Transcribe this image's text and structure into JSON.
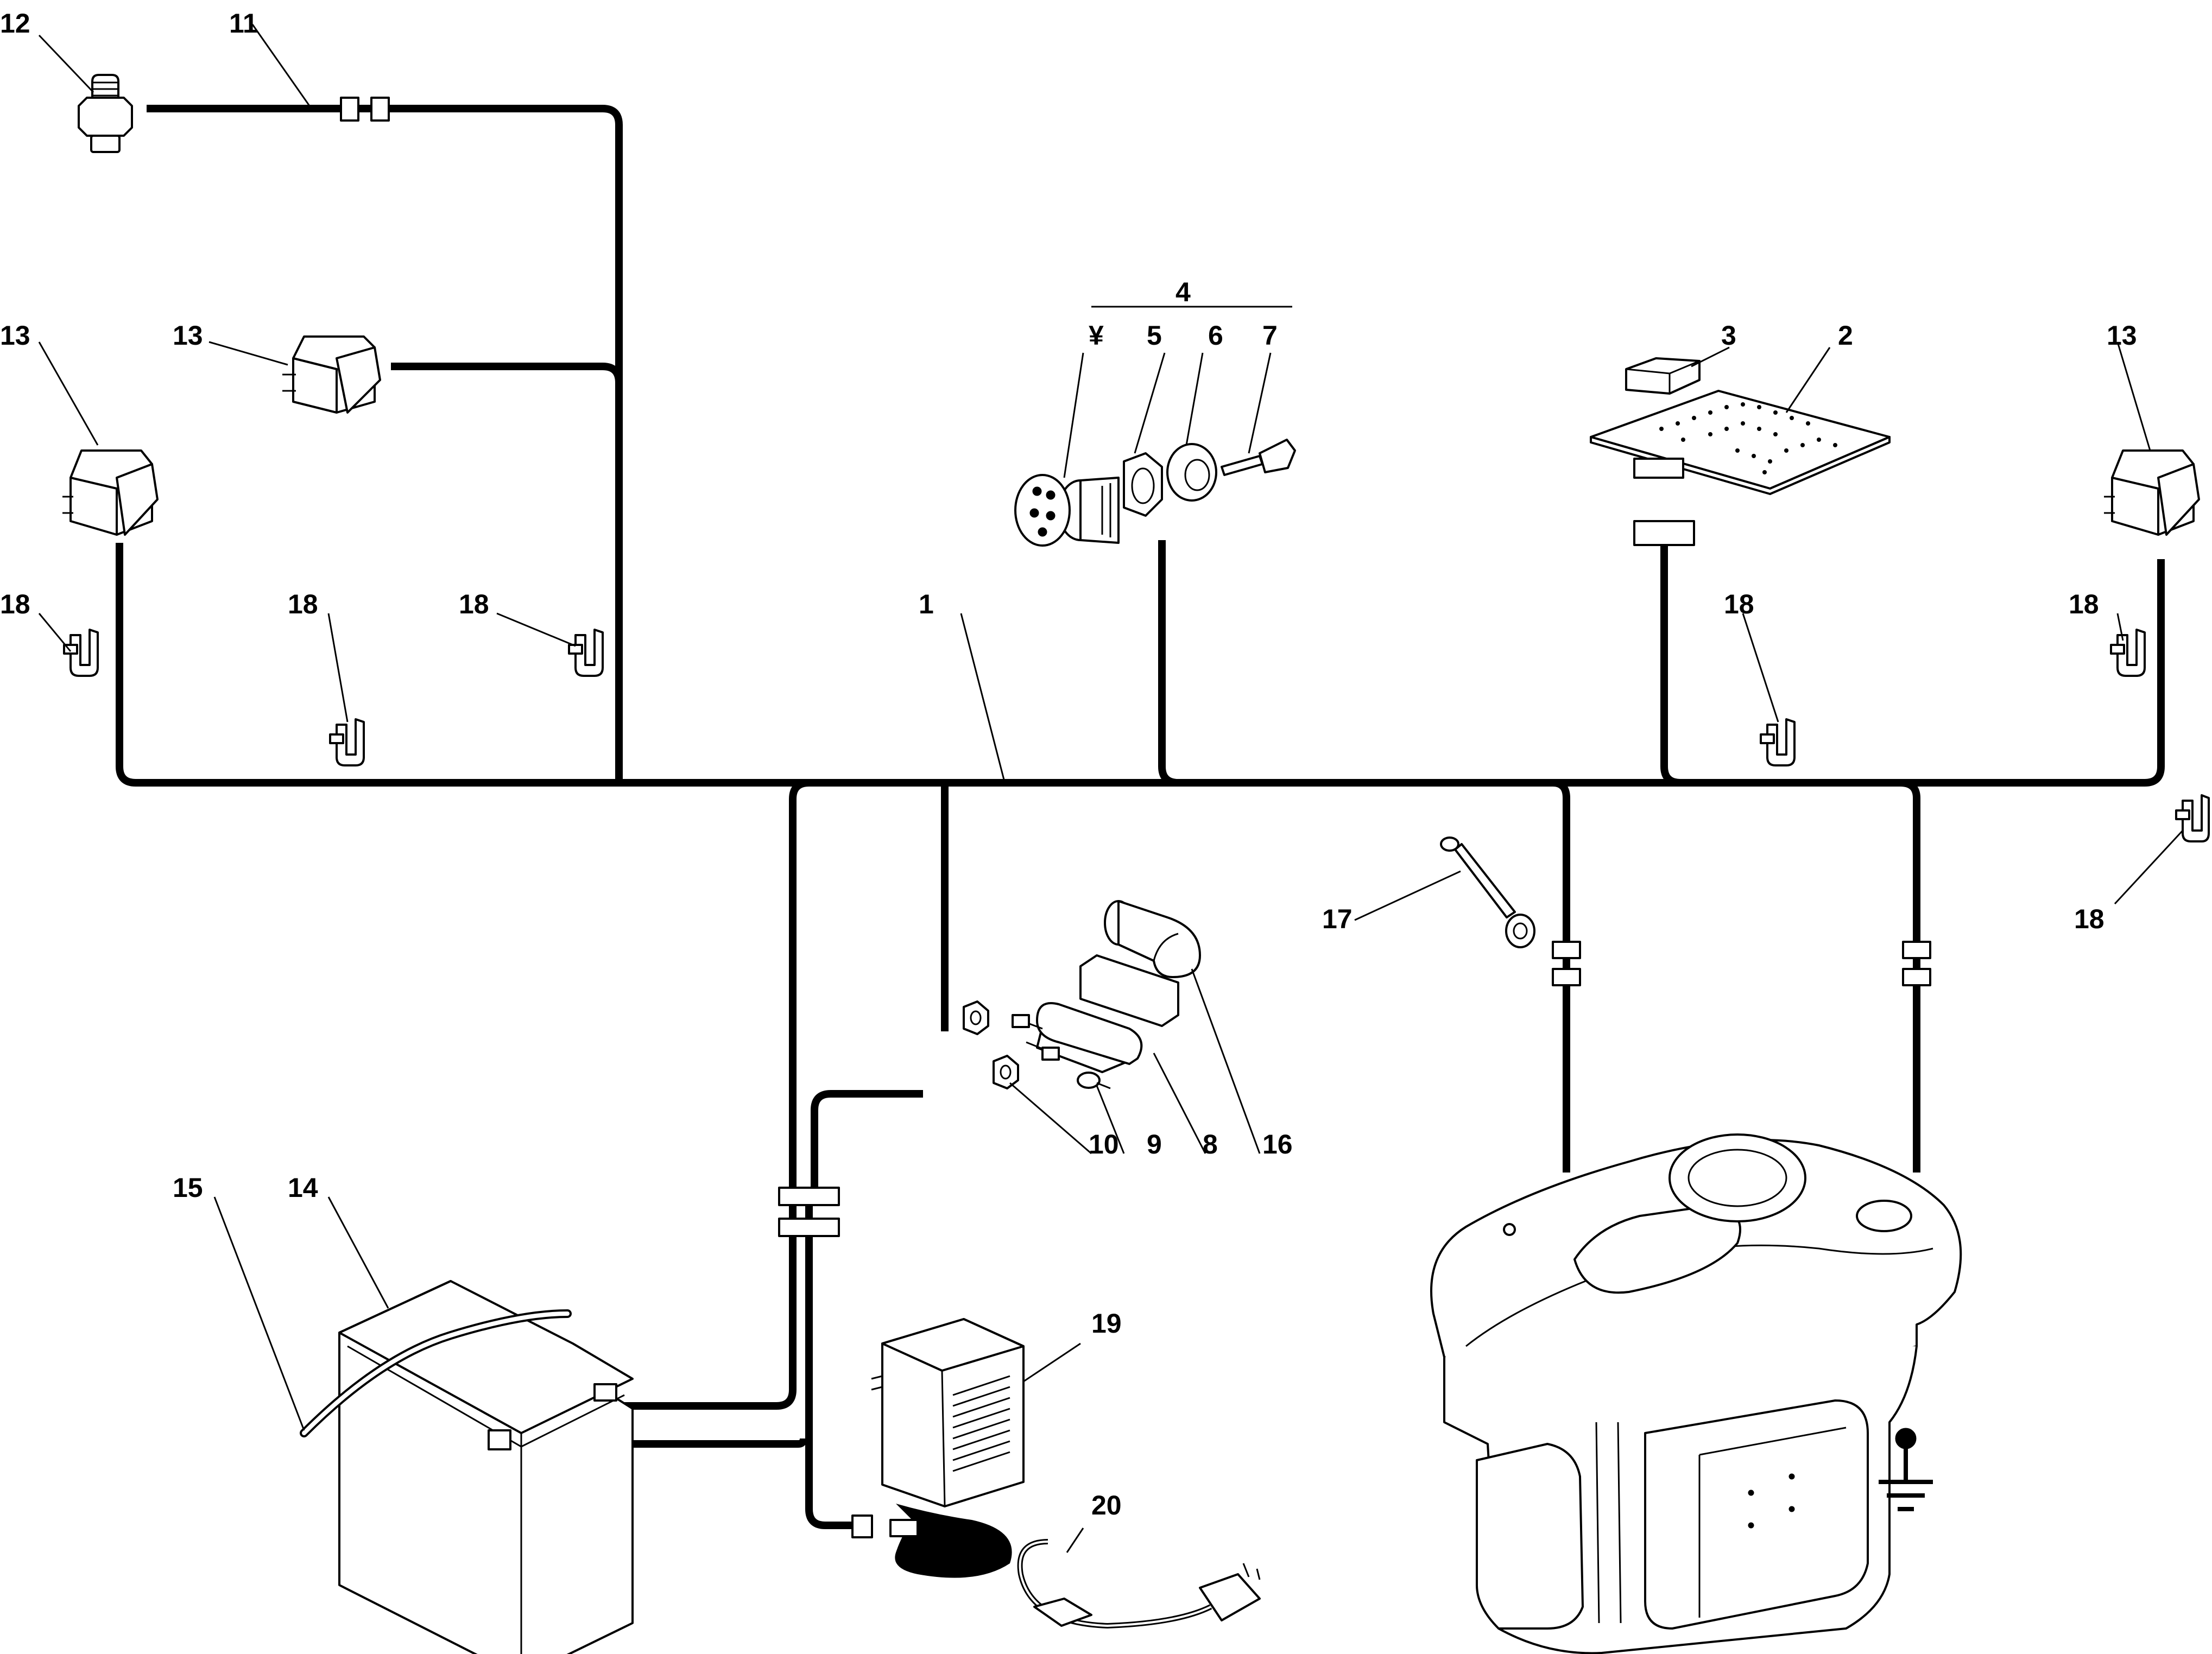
{
  "diagram": {
    "title": "",
    "labels": {
      "l1": "1",
      "l2": "2",
      "l3": "3",
      "l4": "4",
      "l4a": "¥",
      "l5": "5",
      "l6": "6",
      "l7": "7",
      "l8": "8",
      "l9": "9",
      "l10": "10",
      "l11": "11",
      "l12": "12",
      "l13a": "13",
      "l13b": "13",
      "l13c": "13",
      "l14": "14",
      "l15": "15",
      "l16": "16",
      "l17": "17",
      "l18a": "18",
      "l18b": "18",
      "l18c": "18",
      "l18d": "18",
      "l18e": "18",
      "l18f": "18",
      "l19": "19",
      "l20": "20"
    },
    "parts": {
      "1": "wiring-harness",
      "2": "control-board",
      "3": "relay-module",
      "4": "ignition-switch-assembly",
      "5": "nut",
      "6": "ring-nut",
      "7": "key",
      "8": "starter-solenoid",
      "9": "screw",
      "10": "nuts",
      "11": "wire-lead",
      "12": "pressure-switch",
      "13": "safety-switch",
      "14": "battery",
      "15": "battery-vent-tube",
      "16": "terminal-boot",
      "17": "ground-strap",
      "18": "cable-clip",
      "19": "battery-charger",
      "20": "charger-cable"
    }
  }
}
